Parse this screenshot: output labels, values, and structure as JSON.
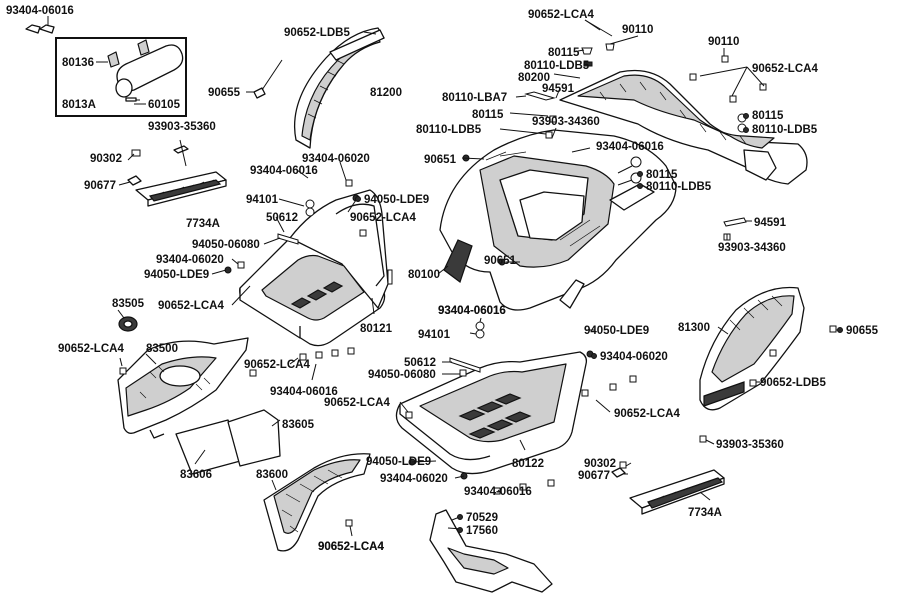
{
  "labels": {
    "l01": "93404-06016",
    "l02": "80136",
    "l03": "8013A",
    "l04": "60105",
    "l05": "93903-35360",
    "l06": "90302",
    "l07": "90677",
    "l08": "7734A",
    "l09": "90652-LDB5",
    "l10": "90655",
    "l11": "81200",
    "l12": "93404-06020",
    "l13": "93404-06016",
    "l14": "94101",
    "l15": "50612",
    "l16": "94050-06080",
    "l17": "93404-06020",
    "l18": "94050-LDE9",
    "l19": "90652-LCA4",
    "l20": "94050-LDE9",
    "l21": "90652-LCA4",
    "l22": "83505",
    "l23": "90652-LCA4",
    "l24": "83500",
    "l25": "90652-LCA4",
    "l26": "93404-06016",
    "l27": "80121",
    "l28": "83605",
    "l29": "83606",
    "l30": "83600",
    "l31": "90652-LCA4",
    "l32": "93404-06016",
    "l33": "80100",
    "l34": "90651",
    "l35": "90652-LCA4",
    "l36": "90110",
    "l37": "80115",
    "l38": "80110-LDB5",
    "l39": "80200",
    "l40": "80110-LBA7",
    "l41": "94591",
    "l42": "80115",
    "l43": "80110-LDB5",
    "l44": "93903-34360",
    "l45": "90651",
    "l46": "93404-06016",
    "l47": "80115",
    "l48": "80110-LDB5",
    "l49": "90110",
    "l50": "90652-LCA4",
    "l51": "80115",
    "l52": "80110-LDB5",
    "l53": "94591",
    "l54": "93903-34360",
    "l55": "93404-06016",
    "l56": "94101",
    "l57": "94050-LDE9",
    "l58": "93404-06020",
    "l59": "50612",
    "l60": "94050-06080",
    "l61": "90652-LCA4",
    "l62": "80122",
    "l63": "81300",
    "l64": "90655",
    "l65": "90652-LDB5",
    "l66": "90652-LCA4",
    "l67": "93903-35360",
    "l68": "90302",
    "l69": "90677",
    "l70": "7734A",
    "l71": "94050-LDE9",
    "l72": "93404-06020",
    "l73": "93404-06016",
    "l74": "70529",
    "l75": "17560",
    "l76": "90652-LCA4"
  }
}
